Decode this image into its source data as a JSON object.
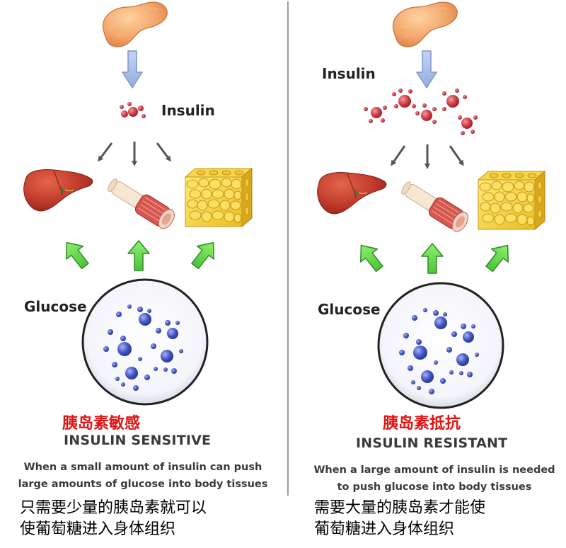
{
  "left_panel": {
    "insulin_label": "Insulin",
    "glucose_label": "Glucose",
    "title_cn": "胰岛素敏感",
    "title_en": "INSULIN SENSITIVE",
    "description_en": [
      "When a small amount of insulin can push",
      "large amounts of glucose into body tissues"
    ],
    "description_cn": [
      "只需要少量的胰岛素就可以",
      "使葡萄糖进入身体组织"
    ]
  },
  "right_panel": {
    "insulin_label": "Insulin",
    "glucose_label": "Glucose",
    "title_cn": "胰岛素抵抗",
    "title_en": "INSULIN RESISTANT",
    "description_en": [
      "When a large amount of insulin is needed",
      "to push glucose into body tissues"
    ],
    "description_cn": [
      "需要大量的胰岛素才能使",
      "葡萄糖进入身体组织"
    ]
  },
  "colors": {
    "insulin_dot": "#c9303a",
    "glucose_dot": "#3548b8",
    "glucose_arrow": "#6fdc4e",
    "insulin_arrow": "#a9bde6",
    "title_cn": "#e21212",
    "divider": "#9a9a9a"
  },
  "icons": [
    "pancreas-icon",
    "liver-icon",
    "muscle-icon",
    "fat-tissue-icon"
  ]
}
